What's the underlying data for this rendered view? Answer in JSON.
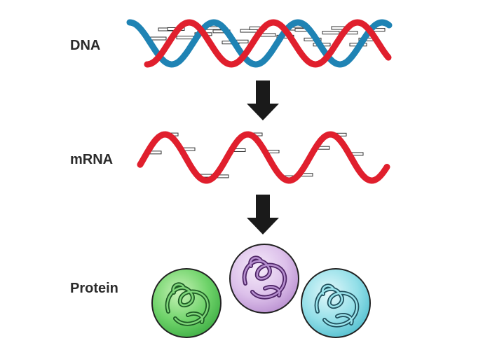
{
  "labels": {
    "dna": "DNA",
    "mrna": "mRNA",
    "protein": "Protein"
  },
  "colors": {
    "red_strand": "#e01f2d",
    "blue_strand": "#1f83b4",
    "arrow": "#1a1a1a",
    "protein_green": "#6fd36a",
    "protein_purple": "#d9b8e6",
    "protein_cyan": "#8fdde6"
  }
}
